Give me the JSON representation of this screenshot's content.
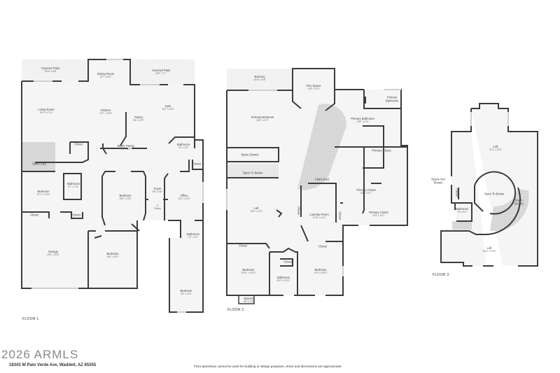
{
  "footer": {
    "watermark": "2026 ARMLS",
    "address": "18343 W Palo Verde Ave, Waddell, AZ 85355",
    "disclaimer": "Floor plans/tour cannot be used for building or design purposes. Sizes and dimensions are approximate."
  },
  "floors": [
    {
      "label": "FLOOR 1",
      "rooms": [
        {
          "name": "Covered Patio",
          "dims": "18'10\" x 6'8\""
        },
        {
          "name": "Dining Room",
          "dims": "12'7\" x 8'11\""
        },
        {
          "name": "Covered Patio",
          "dims": "15'5\" x 7'7\""
        },
        {
          "name": "Living Room",
          "dims": "19'6\" x 17'10\""
        },
        {
          "name": "Kitchen",
          "dims": "12'7\" x 15'8\""
        },
        {
          "name": "Gym",
          "dims": "18'7\" x 15'3\""
        },
        {
          "name": "Pantry",
          "dims": "5'8\" x 11'9\""
        },
        {
          "name": "Closet",
          "dims": ""
        },
        {
          "name": "Butler Pantry",
          "dims": "7'5\" x 4'8\""
        },
        {
          "name": "Bathroom",
          "dims": "5'4\" x 4'8\""
        },
        {
          "name": "Stairs (Up)",
          "dims": ""
        },
        {
          "name": "Bathroom",
          "dims": "6'7\" x 7'11\""
        },
        {
          "name": "Closet",
          "dims": ""
        },
        {
          "name": "Bedroom",
          "dims": "12'1\" x 11'10\""
        },
        {
          "name": "Bedroom",
          "dims": "15'8\" x 13'9\""
        },
        {
          "name": "Foyer",
          "dims": "5'6\" x 3'8\""
        },
        {
          "name": "Office",
          "dims": "10'4\" x 14'3\""
        },
        {
          "name": "Entry",
          "dims": ""
        },
        {
          "name": "Closet",
          "dims": ""
        },
        {
          "name": "Closet",
          "dims": ""
        },
        {
          "name": "Garage",
          "dims": "20'0\" x 22'8\""
        },
        {
          "name": "Bedroom",
          "dims": "14'4\" x 20'3\""
        },
        {
          "name": "Bathroom",
          "dims": "5'1\" x 9'2\""
        },
        {
          "name": "Bedroom",
          "dims": "9'6\" x 14'4\""
        }
      ]
    },
    {
      "label": "FLOOR 2",
      "rooms": [
        {
          "name": "Balcony",
          "dims": "19'10\" x 6'8\""
        },
        {
          "name": "Flex Space",
          "dims": "12'8\" x 11'9\""
        },
        {
          "name": "Primary Bedroom",
          "dims": "18'4\" x 17'9\""
        },
        {
          "name": "Primary Bathroom",
          "dims": "",
          "multiline": true
        },
        {
          "name": "Primary Bathroom",
          "dims": "13'9\" x 17'4\""
        },
        {
          "name": "Stairs (Down)",
          "dims": ""
        },
        {
          "name": "Primary Closet",
          "dims": ""
        },
        {
          "name": "Open To Below",
          "dims": ""
        },
        {
          "name": "Stairs (Up)",
          "dims": ""
        },
        {
          "name": "Primary Closet",
          "dims": "6'8\" x 11'1\""
        },
        {
          "name": "Loft",
          "dims": "16'8\" x 17'8\""
        },
        {
          "name": "Closet",
          "dims": ""
        },
        {
          "name": "Laundry Room",
          "dims": "10'10\" x 14'1\""
        },
        {
          "name": "Closet",
          "dims": ""
        },
        {
          "name": "Primary Closet",
          "dims": "10'3\" x 14'7\""
        },
        {
          "name": "Closet",
          "dims": ""
        },
        {
          "name": "Closet",
          "dims": ""
        },
        {
          "name": "Closet",
          "dims": ""
        },
        {
          "name": "Bedroom",
          "dims": "10'10\" x 16'10\""
        },
        {
          "name": "Bathroom",
          "dims": "8'10\" x 11'10\""
        },
        {
          "name": "Bedroom",
          "dims": "14'3\" x 18'11\""
        },
        {
          "name": "Balcony",
          "dims": "6'8\" x 2'11\""
        }
      ]
    },
    {
      "label": "FLOOR 3",
      "rooms": [
        {
          "name": "Loft",
          "dims": "37'4\" x 26'3\""
        },
        {
          "name": "Space Not Shown",
          "dims": ""
        },
        {
          "name": "Closet",
          "dims": ""
        },
        {
          "name": "Open To Below",
          "dims": ""
        },
        {
          "name": "Stairs (Down)",
          "dims": ""
        },
        {
          "name": "Bathroom",
          "dims": "7'8\" x 6'4\""
        },
        {
          "name": "Loft",
          "dims": "28'11\" x 20'6\""
        }
      ]
    }
  ],
  "colors": {
    "wall": "#3c3c3c",
    "floor": "#f5f5f5",
    "hatch": "#d4d4d4",
    "window": "#d8d8d8"
  }
}
